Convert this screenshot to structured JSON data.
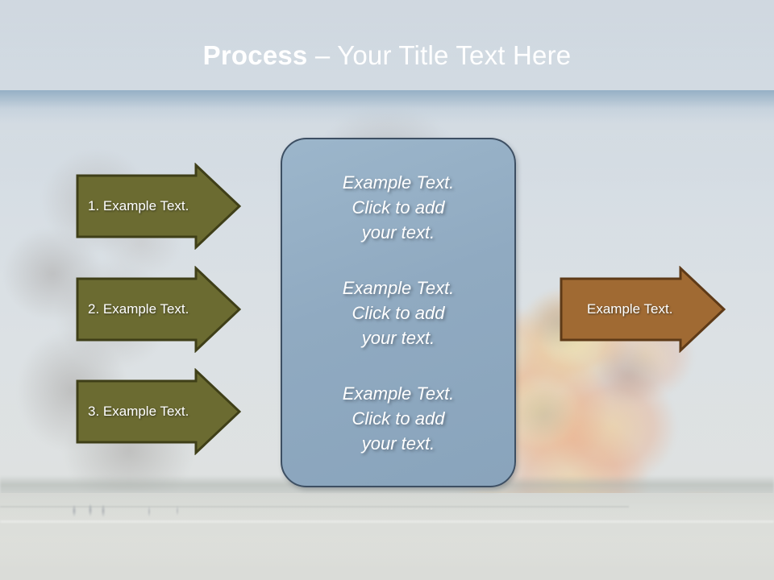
{
  "slide": {
    "title": {
      "bold_part": "Process",
      "rest_part": " – Your Title Text Here"
    },
    "colors": {
      "header_top": "#4d6b85",
      "header_bottom": "#87a6bf",
      "arrow_green_fill": "#6b6b31",
      "arrow_green_border": "#3f3f18",
      "arrow_brown_fill": "#a06a33",
      "arrow_brown_border": "#5e3a17",
      "panel_fill": "#90aac1",
      "panel_border": "#3d4f63",
      "text_white": "#ffffff"
    },
    "input_arrows": [
      {
        "label": "1. Example Text."
      },
      {
        "label": "2. Example Text."
      },
      {
        "label": "3. Example Text."
      }
    ],
    "center_panel": {
      "blocks": [
        "Example Text.\nClick  to add\nyour text.",
        "Example Text.\nClick  to add\nyour text.",
        "Example Text.\nClick  to add\nyour text."
      ]
    },
    "output_arrow": {
      "label": "Example Text."
    },
    "background": {
      "description": "faded airshow explosion photograph"
    }
  }
}
